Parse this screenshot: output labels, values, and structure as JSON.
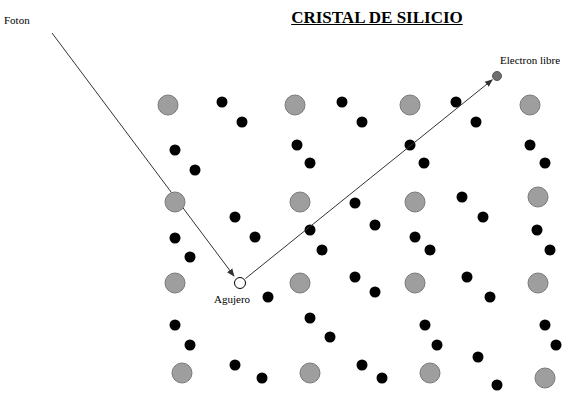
{
  "diagram": {
    "title": "CRISTAL DE SILICIO",
    "nodes": [
      {
        "text": [
          "Agujero"
        ]
      },
      {
        "text": [
          "Electron libre"
        ]
      }
    ],
    "edges": [
      {
        "from": 0,
        "to": 1,
        "arrow": "to"
      }
    ],
    "labels": [
      "Foton"
    ]
  }
}
